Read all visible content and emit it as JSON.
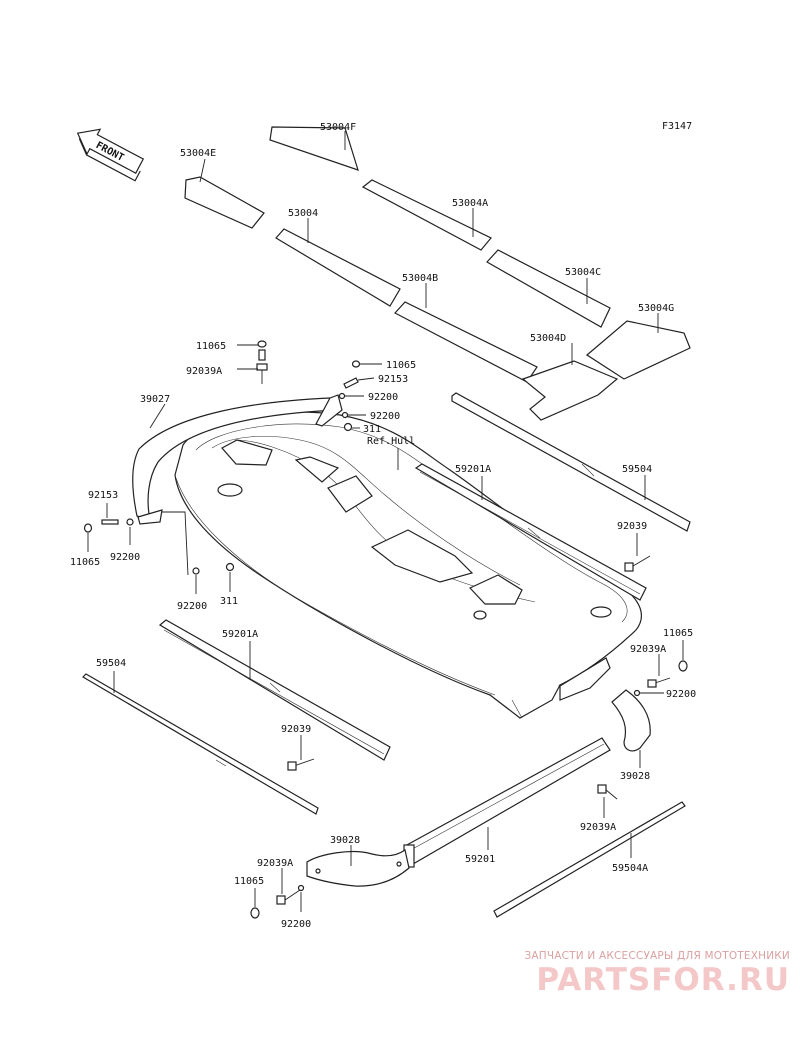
{
  "diagram": {
    "figure_code": "F3147",
    "front_label": "FRONT",
    "hull_label": "Ref.Hull",
    "parts": {
      "p53004F": "53004F",
      "p53004E": "53004E",
      "p53004": "53004",
      "p53004A": "53004A",
      "p53004B": "53004B",
      "p53004C": "53004C",
      "p53004D": "53004D",
      "p53004G": "53004G",
      "p11065_a": "11065",
      "p92039A_a": "92039A",
      "p11065_b": "11065",
      "p92153_a": "92153",
      "p92200_a": "92200",
      "p92200_b": "92200",
      "p311_a": "311",
      "p39027": "39027",
      "p92153_b": "92153",
      "p11065_c": "11065",
      "p92200_c": "92200",
      "p92200_d": "92200",
      "p311_b": "311",
      "p59201A_a": "59201A",
      "p59504_a": "59504",
      "p92039_a": "92039",
      "p59201A_b": "59201A",
      "p59504_b": "59504",
      "p92039_b": "92039",
      "p11065_d": "11065",
      "p92039A_b": "92039A",
      "p92200_e": "92200",
      "p39028_a": "39028",
      "p92039A_c": "92039A",
      "p59201": "59201",
      "p59504A": "59504A",
      "p39028_b": "39028",
      "p92039A_d": "92039A",
      "p11065_e": "11065",
      "p92200_f": "92200"
    }
  },
  "watermark": {
    "subtitle": "ЗАПЧАСТИ И АКСЕССУАРЫ ДЛЯ МОТОТЕХНИКИ",
    "logo": "PARTSFOR.RU",
    "color": "#e8a8a8"
  }
}
